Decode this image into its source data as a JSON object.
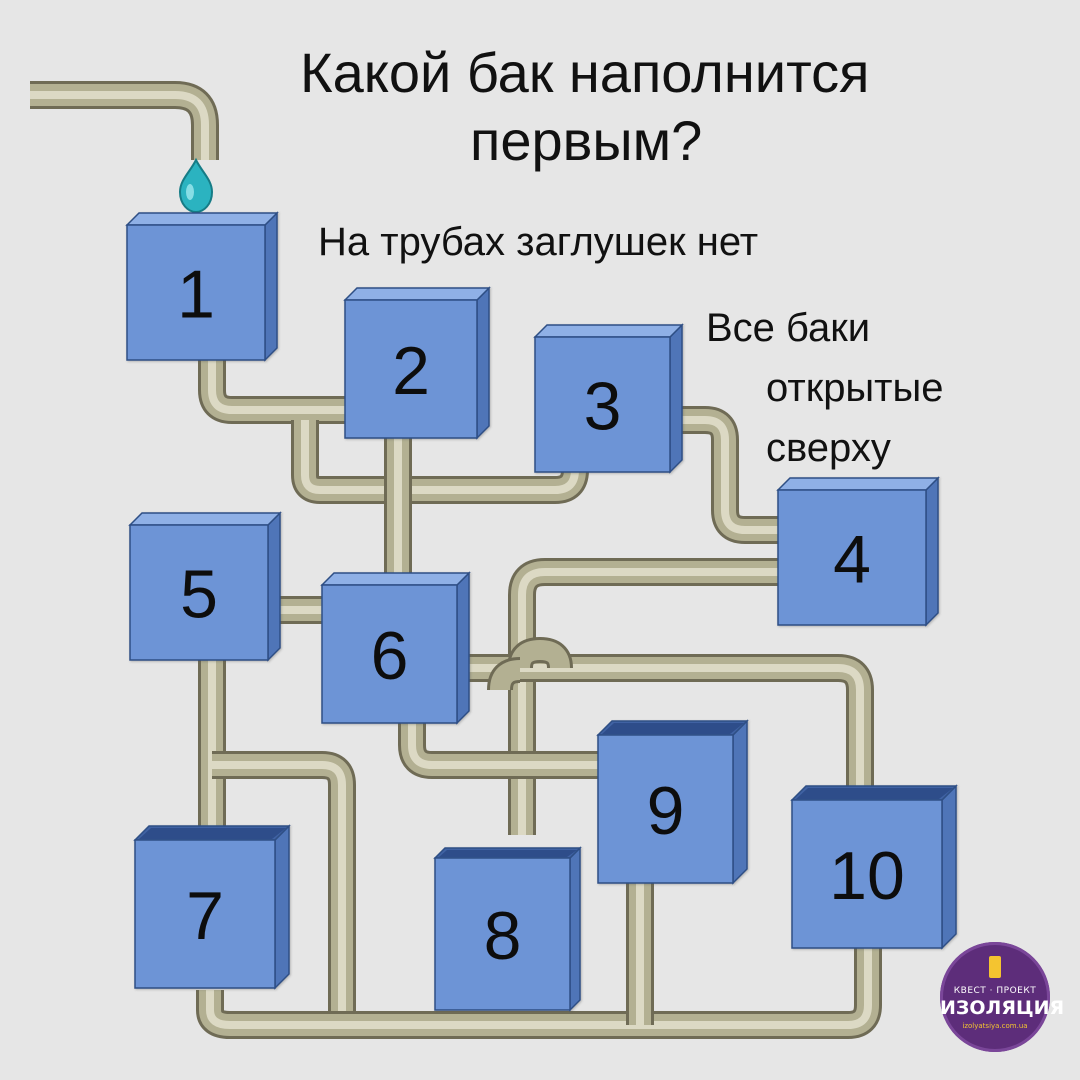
{
  "title": {
    "line1": "Какой бак наполнится",
    "line2": "первым?"
  },
  "notes": {
    "no_plugs": "На трубах заглушек нет",
    "open_line1": "Все баки",
    "open_line2": "открытые",
    "open_line3": "сверху"
  },
  "tanks": [
    {
      "id": "1",
      "label": "1"
    },
    {
      "id": "2",
      "label": "2"
    },
    {
      "id": "3",
      "label": "3"
    },
    {
      "id": "4",
      "label": "4"
    },
    {
      "id": "5",
      "label": "5"
    },
    {
      "id": "6",
      "label": "6"
    },
    {
      "id": "7",
      "label": "7"
    },
    {
      "id": "8",
      "label": "8"
    },
    {
      "id": "9",
      "label": "9"
    },
    {
      "id": "10",
      "label": "10"
    }
  ],
  "badge": {
    "top": "КВЕСТ · ПРОЕКТ",
    "main": "ИЗОЛЯЦИЯ",
    "url": "izolyatsiya.com.ua"
  },
  "colors": {
    "background": "#e6e6e6",
    "tank_front": "#6d94d6",
    "tank_side": "#4f74b8",
    "tank_top": "#8fb0e6",
    "pipe_dark": "#6f6b55",
    "pipe_mid": "#b3b092",
    "pipe_light": "#e3e1cd",
    "water_drop": "#2bb3c0"
  }
}
